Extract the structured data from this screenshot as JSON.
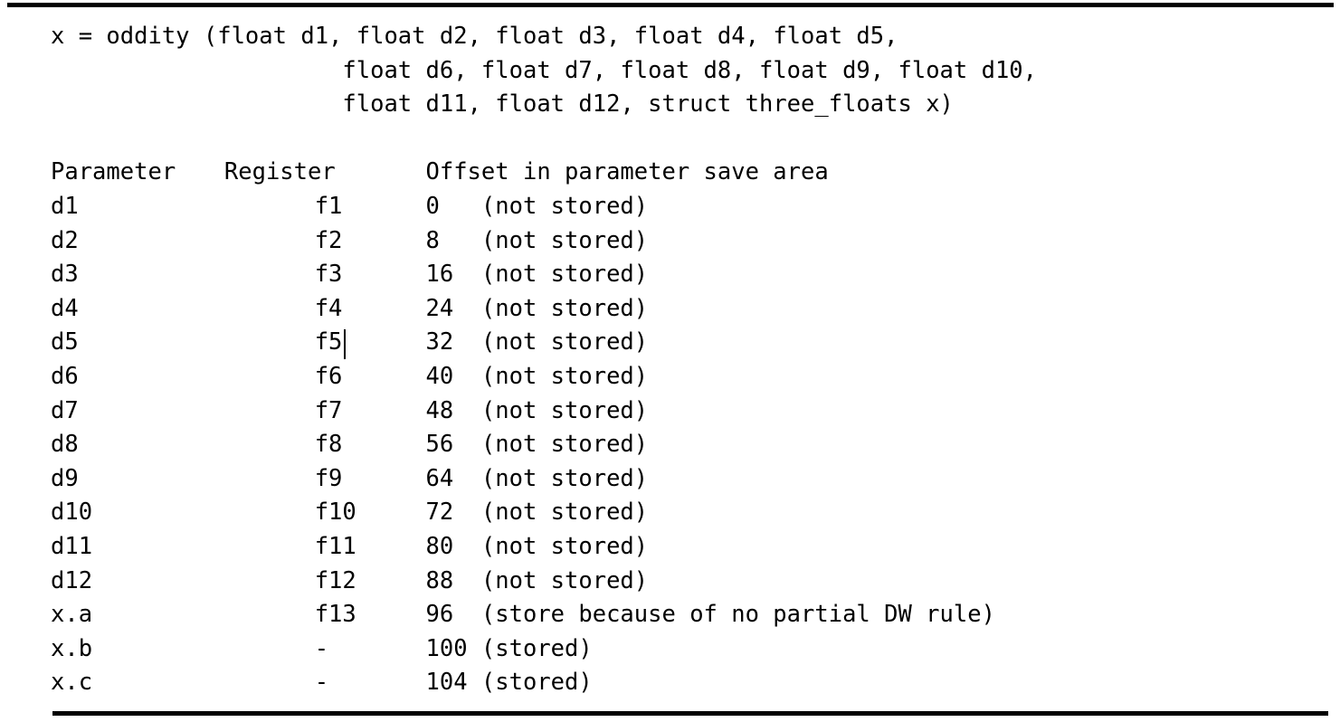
{
  "page": {
    "background_color": "#ffffff",
    "text_color": "#000000",
    "rule_color": "#000000"
  },
  "signature": {
    "lines": [
      "x = oddity (float d1, float d2, float d3, float d4, float d5,",
      "                     float d6, float d7, float d8, float d9, float d10,",
      "                     float d11, float d12, struct three_floats x)"
    ]
  },
  "table": {
    "headers": {
      "parameter": "Parameter",
      "register": "Register",
      "offset": "Offset in parameter save area"
    },
    "rows": [
      {
        "parameter": "d1",
        "register": "f1",
        "offset": "0",
        "note": "(not stored)"
      },
      {
        "parameter": "d2",
        "register": "f2",
        "offset": "8",
        "note": "(not stored)"
      },
      {
        "parameter": "d3",
        "register": "f3",
        "offset": "16",
        "note": "(not stored)"
      },
      {
        "parameter": "d4",
        "register": "f4",
        "offset": "24",
        "note": "(not stored)"
      },
      {
        "parameter": "d5",
        "register": "f5",
        "offset": "32",
        "note": "(not stored)"
      },
      {
        "parameter": "d6",
        "register": "f6",
        "offset": "40",
        "note": "(not stored)"
      },
      {
        "parameter": "d7",
        "register": "f7",
        "offset": "48",
        "note": "(not stored)"
      },
      {
        "parameter": "d8",
        "register": "f8",
        "offset": "56",
        "note": "(not stored)"
      },
      {
        "parameter": "d9",
        "register": "f9",
        "offset": "64",
        "note": "(not stored)"
      },
      {
        "parameter": "d10",
        "register": "f10",
        "offset": "72",
        "note": "(not stored)"
      },
      {
        "parameter": "d11",
        "register": "f11",
        "offset": "80",
        "note": "(not stored)"
      },
      {
        "parameter": "d12",
        "register": "f12",
        "offset": "88",
        "note": "(not stored)"
      },
      {
        "parameter": "x.a",
        "register": "f13",
        "offset": "96",
        "note": "(store because of no partial DW rule)"
      },
      {
        "parameter": "x.b",
        "register": "-",
        "offset": "100",
        "note": "(stored)"
      },
      {
        "parameter": "x.c",
        "register": "-",
        "offset": "104",
        "note": "(stored)"
      }
    ]
  },
  "caret": {
    "location": "after register f5 in row d5"
  }
}
